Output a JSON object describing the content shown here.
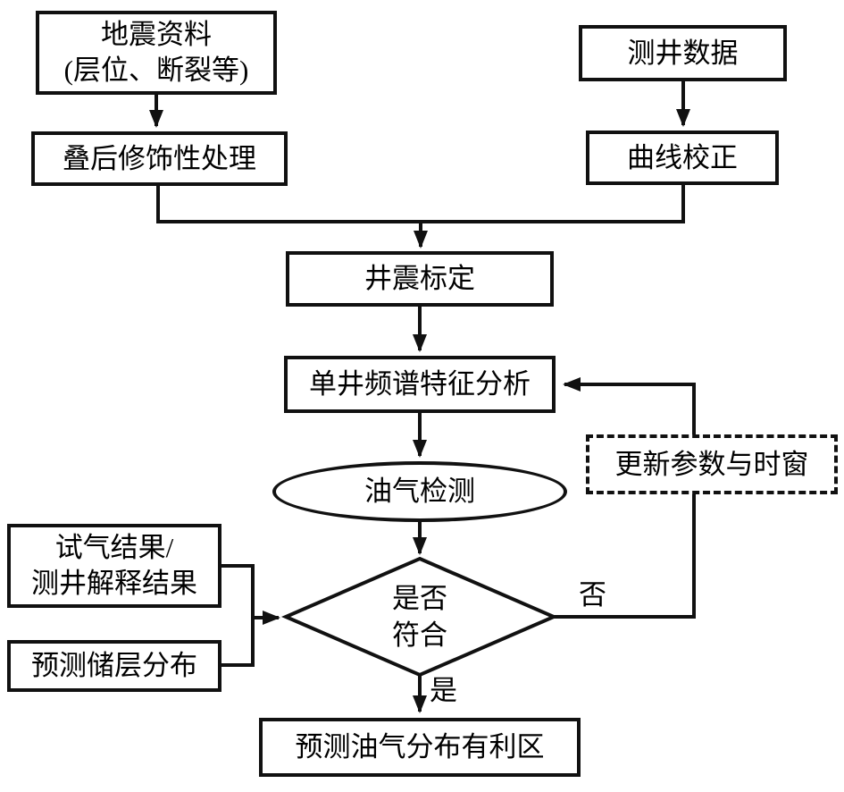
{
  "colors": {
    "stroke": "#111111",
    "background": "#ffffff",
    "text": "#000000"
  },
  "nodes": {
    "seismic_data": {
      "line1": "地震资料",
      "line2": "(层位、断裂等)"
    },
    "well_log_data": {
      "label": "测井数据"
    },
    "poststack_processing": {
      "label": "叠后修饰性处理"
    },
    "curve_correction": {
      "label": "曲线校正"
    },
    "well_seismic_calibration": {
      "label": "井震标定"
    },
    "single_well_spectrum_analysis": {
      "label": "单井频谱特征分析"
    },
    "hydrocarbon_detection": {
      "label": "油气检测"
    },
    "gas_test_results": {
      "line1": "试气结果/",
      "line2": "测井解释结果"
    },
    "predicted_reservoir_distribution": {
      "label": "预测储层分布"
    },
    "match_decision": {
      "line1": "是否",
      "line2": "符合"
    },
    "update_parameters_time_window": {
      "label": "更新参数与时窗"
    },
    "favorable_zone_prediction": {
      "label": "预测油气分布有利区"
    }
  },
  "edge_labels": {
    "no": "否",
    "yes": "是"
  }
}
